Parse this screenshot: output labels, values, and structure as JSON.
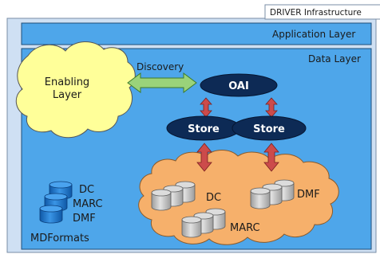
{
  "title": "DRIVER Infrastructure",
  "layers": {
    "application": "Application Layer",
    "data": "Data Layer",
    "enabling": [
      "Enabling",
      "Layer"
    ]
  },
  "discovery": "Discovery",
  "nodes": {
    "oai": "OAI",
    "store_left": "Store",
    "store_right": "Store"
  },
  "stores": {
    "dc": "DC",
    "dmf": "DMF",
    "marc": "MARC"
  },
  "formats_legend": {
    "items": [
      "DC",
      "MARC",
      "DMF"
    ],
    "caption": "MDFormats"
  },
  "colors": {
    "outer_bg": "#cfe0f3",
    "data_layer_bg": "#4ea6ea",
    "enabling_cloud": "#ffff99",
    "storage_cloud": "#f6b06b",
    "node_fill": "#0d2a55",
    "arrow_green": "#9ad37a",
    "arrow_red": "#cc4b4b",
    "db_blue": "#1d74c9",
    "db_gray": "#c8c8c8"
  }
}
